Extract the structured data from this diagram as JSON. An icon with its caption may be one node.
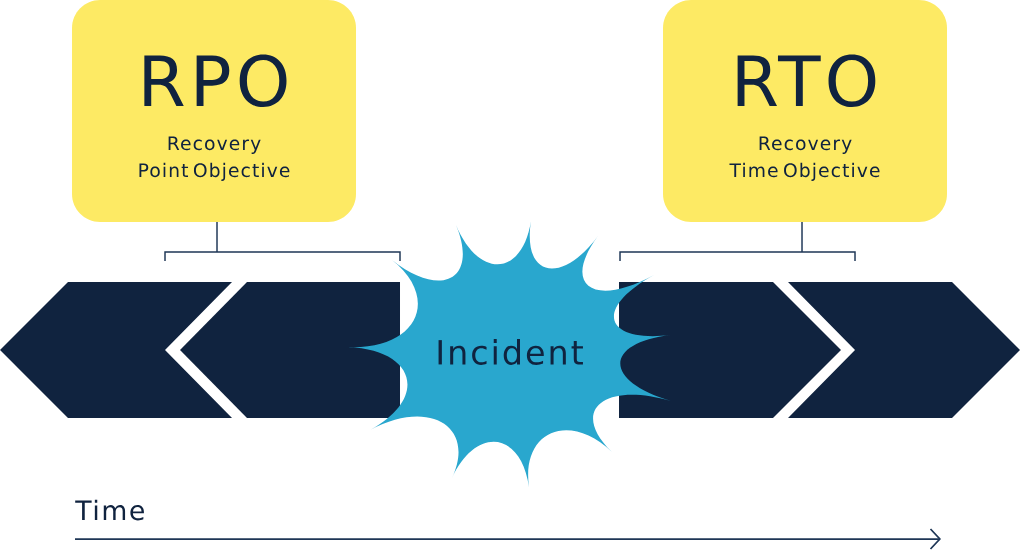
{
  "diagram": {
    "nodes": [
      {
        "text": [
          "RPO",
          "Recovery Point Objective"
        ]
      },
      {
        "text": [
          "RTO",
          "Recovery Time Objective"
        ]
      },
      {
        "text": [
          "Incident"
        ]
      }
    ],
    "labels": [
      "Time"
    ]
  }
}
